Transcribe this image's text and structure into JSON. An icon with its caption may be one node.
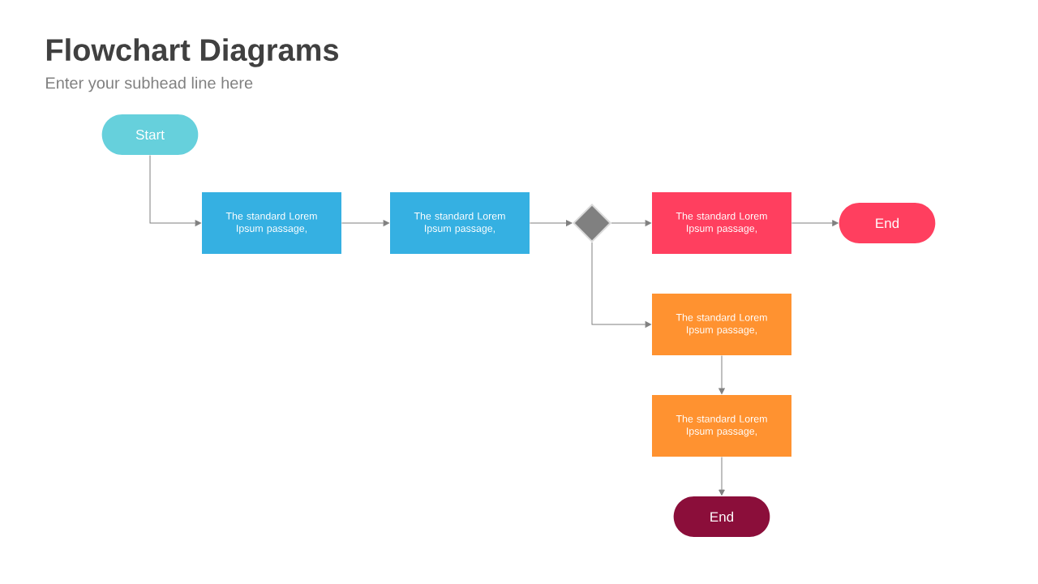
{
  "diagram": {
    "title": "Flowchart Diagrams",
    "nodes": [
      {
        "text": [
          "Start"
        ]
      },
      {
        "text": [
          "The standard Lorem Ipsum passage,"
        ]
      },
      {
        "text": [
          "The standard Lorem Ipsum passage,"
        ]
      },
      {
        "text": [],
        "shape": "diamond"
      },
      {
        "text": [
          "The standard Lorem Ipsum passage,"
        ]
      },
      {
        "text": [
          "End"
        ]
      },
      {
        "text": [
          "The standard Lorem Ipsum passage,"
        ]
      },
      {
        "text": [
          "The standard Lorem Ipsum passage,"
        ]
      },
      {
        "text": [
          "End"
        ]
      }
    ],
    "edges": [
      {
        "from": 0,
        "to": 1,
        "arrow": "to"
      },
      {
        "from": 1,
        "to": 2,
        "arrow": "to"
      },
      {
        "from": 2,
        "to": 3,
        "arrow": "to"
      },
      {
        "from": 3,
        "to": 4,
        "arrow": "to"
      },
      {
        "from": 4,
        "to": 5,
        "arrow": "to"
      },
      {
        "from": 3,
        "to": 6,
        "arrow": "to"
      },
      {
        "from": 6,
        "to": 7,
        "arrow": "to"
      },
      {
        "from": 7,
        "to": 8,
        "arrow": "to"
      }
    ],
    "labels": [
      "Enter your subhead line here"
    ]
  }
}
